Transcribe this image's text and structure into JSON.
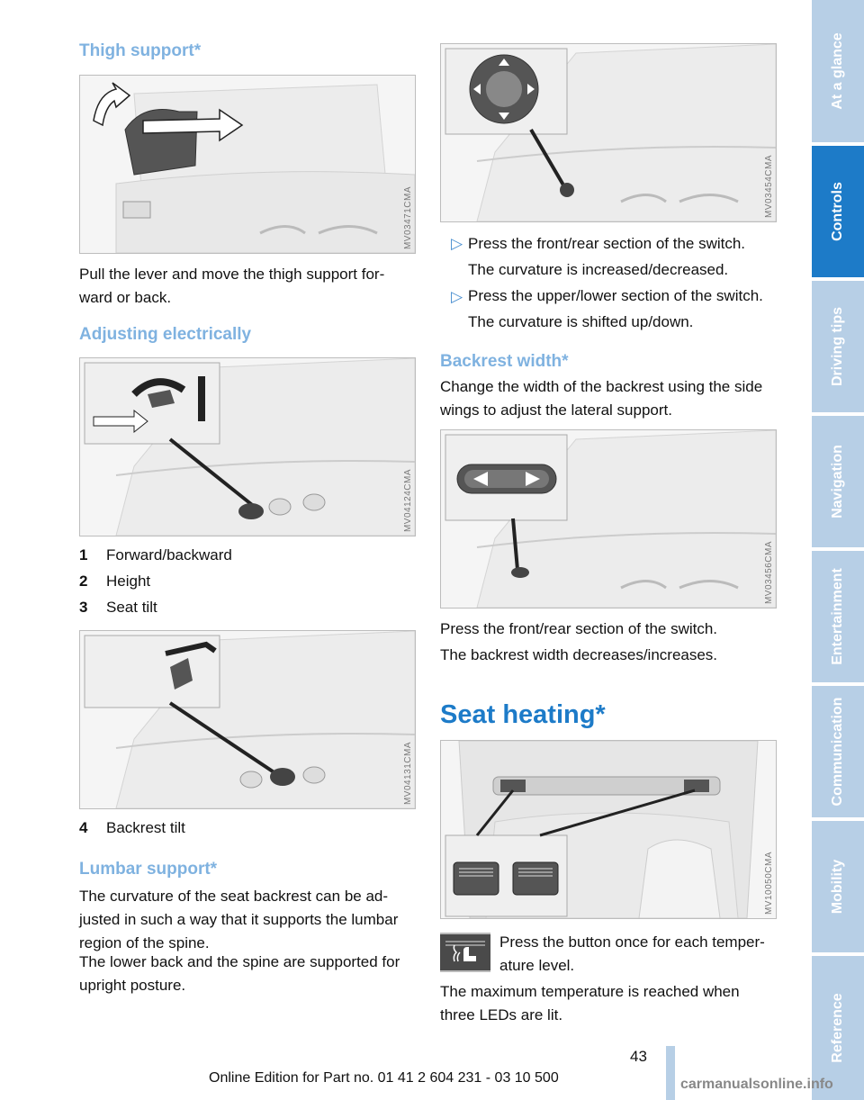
{
  "left": {
    "thigh_title": "Thigh support*",
    "fig1_code": "MV03471CMA",
    "thigh_text": "Pull the lever and move the thigh support for-ward or back.",
    "adjust_title": "Adjusting electrically",
    "fig2_code": "MV04124CMA",
    "list1": [
      {
        "num": "1",
        "label": "Forward/backward"
      },
      {
        "num": "2",
        "label": "Height"
      },
      {
        "num": "3",
        "label": "Seat tilt"
      }
    ],
    "fig3_code": "MV04131CMA",
    "list2": [
      {
        "num": "4",
        "label": "Backrest tilt"
      }
    ],
    "lumbar_title": "Lumbar support*",
    "lumbar_p1": "The curvature of the seat backrest can be ad-justed in such a way that it supports the lumbar region of the spine.",
    "lumbar_p2": "The lower back and the spine are supported for upright posture."
  },
  "right": {
    "fig4_code": "MV03454CMA",
    "bullets": [
      {
        "text": "Press the front/rear section of the switch.",
        "sub": "The curvature is increased/decreased."
      },
      {
        "text": "Press the upper/lower section of the switch.",
        "sub": "The curvature is shifted up/down."
      }
    ],
    "bullet_glyph": "▷",
    "width_title": "Backrest width*",
    "width_p": "Change the width of the backrest using the side wings to adjust the lateral support.",
    "fig5_code": "MV03456CMA",
    "width_p2": "Press the front/rear section of the switch.",
    "width_p3": "The backrest width decreases/increases.",
    "heating_title": "Seat heating*",
    "fig6_code": "MV10050CMA",
    "heating_p1": "Press the button once for each temper-ature level.",
    "heating_p2": "The maximum temperature is reached when three LEDs are lit."
  },
  "sidebar": {
    "tabs": [
      "At a glance",
      "Controls",
      "Driving tips",
      "Navigation",
      "Entertainment",
      "Communication",
      "Mobility",
      "Reference"
    ],
    "active": "Controls"
  },
  "footer": {
    "page_number": "43",
    "edition": "Online Edition for Part no. 01 41 2 604 231 - 03 10 500",
    "watermark": "carmanualsonline.info"
  },
  "colors": {
    "accent": "#1d7bc8",
    "tab_inactive": "#b7cfe6",
    "heading_blue": "#7fb2e0"
  }
}
